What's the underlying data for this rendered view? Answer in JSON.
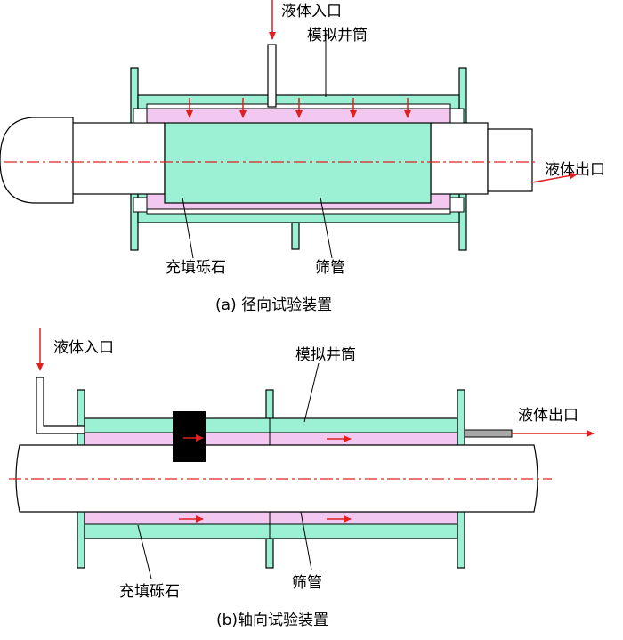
{
  "diagram_a": {
    "caption": "(a) 径向试验装置",
    "labels": {
      "inlet": "液体入口",
      "wellbore": "模拟井筒",
      "outlet": "液体出口",
      "gravel": "充填砾石",
      "screen": "筛管"
    }
  },
  "diagram_b": {
    "caption": "(b)轴向试验装置",
    "labels": {
      "inlet": "液体入口",
      "wellbore": "模拟井筒",
      "outlet": "液体出口",
      "gravel": "充填砾石",
      "screen": "筛管"
    }
  },
  "colors": {
    "cyan": "#9cf0d4",
    "pink": "#f2c8f0",
    "red": "#e02020",
    "outline": "#000000"
  }
}
